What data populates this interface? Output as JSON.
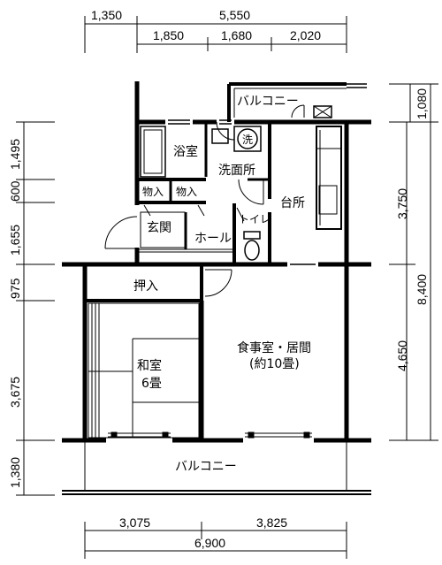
{
  "dimensions": {
    "top": {
      "left_part": "1,350",
      "total_right": "5,550",
      "segment_1": "1,850",
      "segment_2": "1,680",
      "segment_3": "2,020"
    },
    "left": [
      "1,495",
      "600",
      "1,655",
      "975",
      "3,675",
      "1,380"
    ],
    "right": {
      "balcony": "1,080",
      "upper": "3,750",
      "lower": "4,650",
      "total": "8,400"
    },
    "bottom": {
      "left_part": "3,075",
      "right_part": "3,825",
      "total": "6,900"
    }
  },
  "rooms": {
    "balcony_top": "バルコニー",
    "bath": "浴室",
    "washing_mark": "洗",
    "washroom": "洗面所",
    "storage_1": "物入",
    "storage_2": "物入",
    "kitchen": "台所",
    "toilet": "トイレ",
    "entrance": "玄関",
    "hall": "ホール",
    "closet": "押入",
    "japanese_room_name": "和室",
    "japanese_room_size": "6畳",
    "living_name": "食事室・居間",
    "living_size": "(約10畳)",
    "balcony_bottom": "バルコニー"
  }
}
